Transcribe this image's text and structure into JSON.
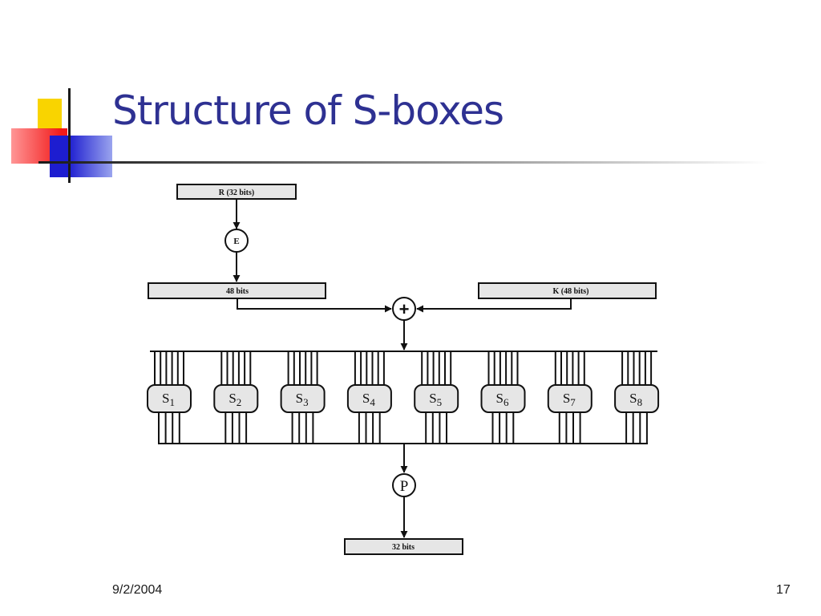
{
  "slide": {
    "title": "Structure of S-boxes",
    "date": "9/2/2004",
    "page_number": "17"
  },
  "diagram": {
    "input_box": "R (32 bits)",
    "expansion_label": "E",
    "expanded_box": "48 bits",
    "key_box": "K (48 bits)",
    "xor_symbol": "+",
    "sboxes": [
      {
        "main": "S",
        "sub": "1"
      },
      {
        "main": "S",
        "sub": "2"
      },
      {
        "main": "S",
        "sub": "3"
      },
      {
        "main": "S",
        "sub": "4"
      },
      {
        "main": "S",
        "sub": "5"
      },
      {
        "main": "S",
        "sub": "6"
      },
      {
        "main": "S",
        "sub": "7"
      },
      {
        "main": "S",
        "sub": "8"
      }
    ],
    "permutation_label": "P",
    "output_box": "32 bits"
  },
  "colors": {
    "title": "#2e3192",
    "box_fill": "#e6e6e6",
    "line": "#111111"
  }
}
